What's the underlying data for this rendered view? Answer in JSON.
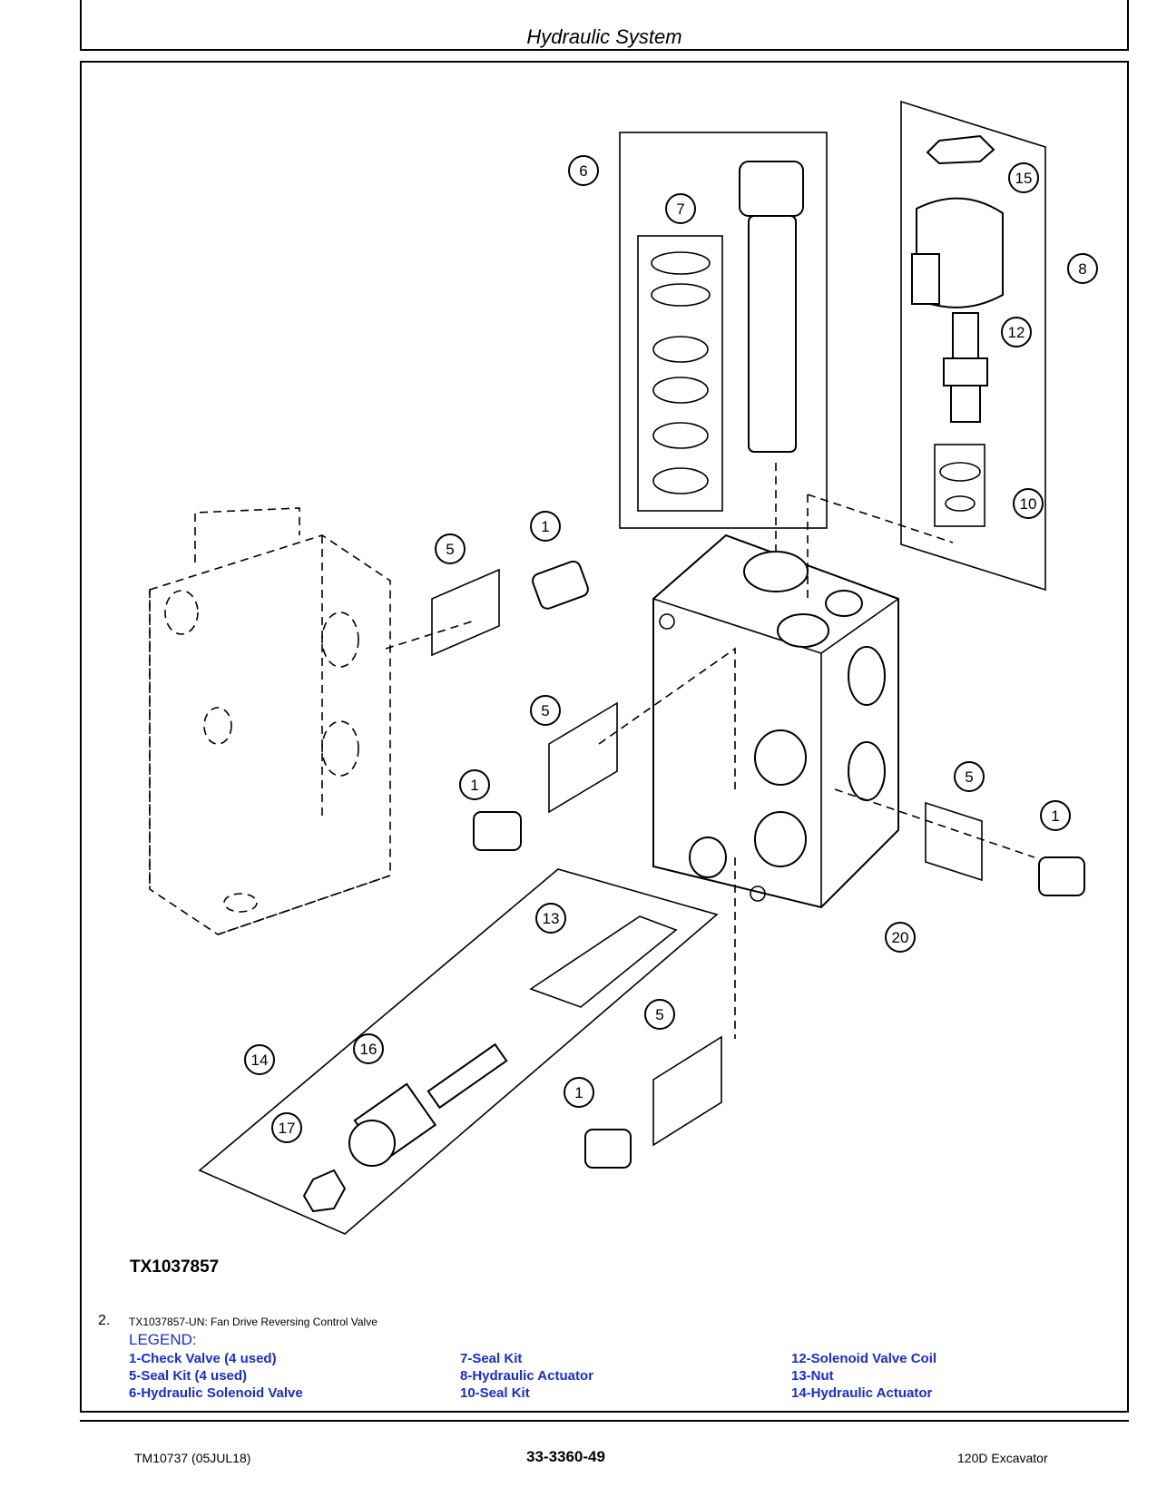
{
  "header": {
    "title": "Hydraulic System"
  },
  "figure": {
    "id_label": "TX1037857",
    "callouts": [
      "1",
      "5",
      "6",
      "7",
      "8",
      "10",
      "12",
      "13",
      "14",
      "15",
      "16",
      "17",
      "20"
    ]
  },
  "caption": {
    "step": "2.",
    "text": "TX1037857-UN: Fan Drive Reversing Control Valve"
  },
  "legend": {
    "title": "LEGEND:",
    "col1": [
      "1-Check Valve (4 used)",
      "5-Seal Kit (4 used)",
      "6-Hydraulic Solenoid Valve"
    ],
    "col2": [
      "7-Seal Kit",
      "8-Hydraulic Actuator",
      "10-Seal Kit"
    ],
    "col3": [
      "12-Solenoid Valve Coil",
      "13-Nut",
      "14-Hydraulic Actuator"
    ]
  },
  "footer": {
    "left": "TM10737 (05JUL18)",
    "center": "33-3360-49",
    "right": "120D Excavator"
  },
  "colors": {
    "legend_blue": "#1a2bd6"
  }
}
